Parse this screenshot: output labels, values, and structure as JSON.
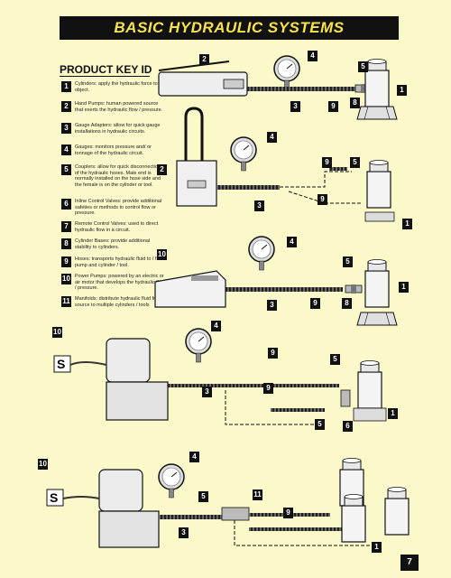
{
  "header": {
    "title": "BASIC HYDRAULIC SYSTEMS"
  },
  "product_key": {
    "title": "PRODUCT KEY ID",
    "items": [
      {
        "num": "1",
        "text": "Cylinders: apply the hydraulic force to an object."
      },
      {
        "num": "2",
        "text": "Hand Pumps: human powered source that exerts the hydraulic flow / pressure."
      },
      {
        "num": "3",
        "text": "Gauge Adapters: allow for quick gauge installations in hydraulic circuits."
      },
      {
        "num": "4",
        "text": "Gauges: monitors pressure and/ or tonnage of the hydraulic circuit."
      },
      {
        "num": "5",
        "text": "Couplers: allow for quick disconnection of the hydraulic hoses. Male end is normally installed on the hose side and the female is on the cylinder or tool."
      },
      {
        "num": "6",
        "text": "Inline Control Valves: provide additional safeties or methods to control flow or pressure."
      },
      {
        "num": "7",
        "text": "Remote Control Valves: used to direct hydraulic flow in a circuit."
      },
      {
        "num": "8",
        "text": "Cylinder Bases: provide additional stability to cylinders."
      },
      {
        "num": "9",
        "text": "Hoses: transports hydraulic fluid to / from pump and cylinder / tool."
      },
      {
        "num": "10",
        "text": "Power Pumps: powered by an electric or air motor that develops the hydraulic flow / pressure."
      },
      {
        "num": "11",
        "text": "Manifolds: distribute hydraulic fluid from source to multiple cylinders / tools"
      }
    ]
  },
  "diagram_labels": {
    "d1": [
      "2",
      "4",
      "5",
      "1",
      "3",
      "9",
      "8"
    ],
    "d2": [
      "2",
      "4",
      "9",
      "5",
      "3",
      "9",
      "1"
    ],
    "d3": [
      "10",
      "4",
      "5",
      "1",
      "3",
      "9",
      "8"
    ],
    "d4": [
      "10",
      "4",
      "9",
      "5",
      "3",
      "9",
      "1",
      "5",
      "6"
    ],
    "d5": [
      "10",
      "4",
      "5",
      "11",
      "3",
      "9",
      "1"
    ]
  },
  "page": {
    "number": "7"
  },
  "colors": {
    "background": "#fbf8c9",
    "title_text": "#f7e34a",
    "ink": "#111111"
  }
}
